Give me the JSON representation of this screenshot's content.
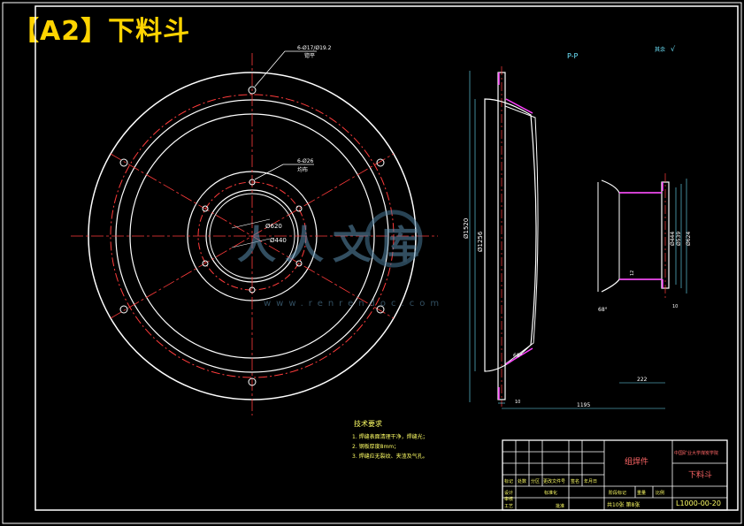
{
  "document_title": "【A2】下料斗",
  "section_view_label": "P-P",
  "surface_note": "其余",
  "surface_symbol": "√",
  "weld_notes": {
    "top_hole": "6-Ø17/Ø19.2",
    "top_sub": "锪平",
    "inner_hole": "6-Ø26",
    "inner_sub": "均布"
  },
  "diameters": {
    "d620": "Ø620",
    "d440": "Ø440",
    "d1520": "Ø1520",
    "d1256": "Ø1256",
    "d444": "Ø444",
    "d539": "Ø539",
    "d624": "Ø624"
  },
  "angle_labels": {
    "a_left": "68°",
    "a_right": "68°"
  },
  "dims": {
    "h_total": "1195",
    "h_small": "222",
    "w_bottom": "10",
    "w_right": "10",
    "small_v": "12"
  },
  "tech_req": {
    "heading": "技术要求",
    "items": [
      "1. 焊缝表面清理干净，焊缝光；",
      "2. 钢板厚度8mm；",
      "3. 焊缝应无裂纹、夹渣及气孔。"
    ]
  },
  "title_block": {
    "material": "组焊件",
    "company": "中国矿业大学煤炭学院",
    "part_name": "下料斗",
    "drawing_no": "L1000-00-20",
    "sheet": "共10张 第8张",
    "scale_label": "比例",
    "weight_label": "重量",
    "stage_label": "阶段标记",
    "col_mark": "标记",
    "col_count": "处数",
    "col_zone": "分区",
    "col_change": "更改文件号",
    "col_sign": "签名",
    "col_date": "年月日",
    "design": "设计",
    "check": "审核",
    "process": "工艺",
    "approve": "批准",
    "standard": "标准化"
  },
  "watermark": {
    "main": "人人文库",
    "url": "www.renrendoc.com"
  },
  "colors": {
    "line": "#ffffff",
    "center": "#ff3b3b",
    "dim": "#6ee6ff",
    "text": "#ffff66",
    "title": "#ffd400",
    "cyan": "#00ffff",
    "magenta": "#ff40ff"
  }
}
